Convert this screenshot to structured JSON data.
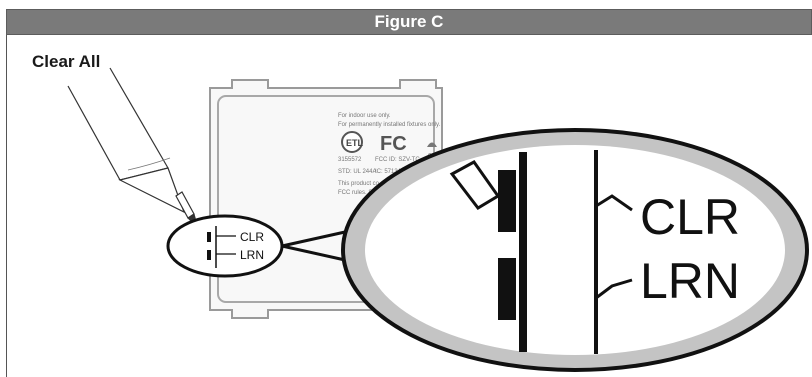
{
  "figure": {
    "title": "Figure C",
    "section_label": "Clear All"
  },
  "device_label": {
    "line1": "For indoor use only.",
    "line2": "For permanently installed fixtures only.",
    "cert_number": "3155572",
    "std": "STD: UL 244A",
    "fcc_id": "FCC ID: SZV-TC",
    "ic": "IC: 5713A",
    "compliance_1": "This product co",
    "compliance_2": "FCC rules. Su",
    "enocean": "enoce"
  },
  "buttons": {
    "clr_label": "CLR",
    "lrn_label": "LRN"
  },
  "colors": {
    "title_bar": "#7a7a7a",
    "device_outline": "#9a9a9a",
    "magnifier_fill": "#c4c4c4"
  }
}
